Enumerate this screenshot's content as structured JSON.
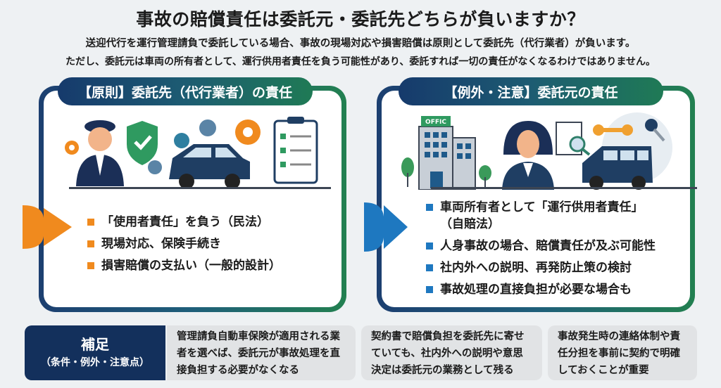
{
  "title": "事故の賠償責任は委託元・委託先どちらが負いますか？",
  "subtitle_1": "送迎代行を運行管理請負で委託している場合、事故の現場対応や損害賠償は原則として委託先（代行業者）が負います。",
  "subtitle_2": "ただし、委託元は車両の所有者として、運行供用者責任を負う可能性があり、委託すれば一切の責任がなくなるわけではありません。",
  "left": {
    "header": "【原則】委託先（代行業者）の責任",
    "bullets": [
      "「使用者責任」を負う（民法）",
      "現場対応、保険手続き",
      "損害賠償の支払い（一般的設計）"
    ],
    "accent": "#f08a1e"
  },
  "right": {
    "header": "【例外・注意】委託元の責任",
    "office_sign": "OFFIC",
    "bullets": [
      "車両所有者として「運行供用者責任」",
      "（自賠法）",
      "人身事故の場合、賠償責任が及ぶ可能性",
      "社内外への説明、再発防止策の検討",
      "事故処理の直接負担が必要な場合も"
    ],
    "accent": "#1e78c0"
  },
  "notes": {
    "label": "補足",
    "sublabel": "（条件・例外・注意点）",
    "items": [
      "管理請負自動車保険が適用される業者を選べば、委託元が事故処理を直接負担する必要がなくなる",
      "契約書で賠償負担を委託先に寄せていても、社内外への説明や意思決定は委託元の業務として残る",
      "事故発生時の連絡体制や責任分担を事前に契約で明確しておくことが重要"
    ]
  }
}
